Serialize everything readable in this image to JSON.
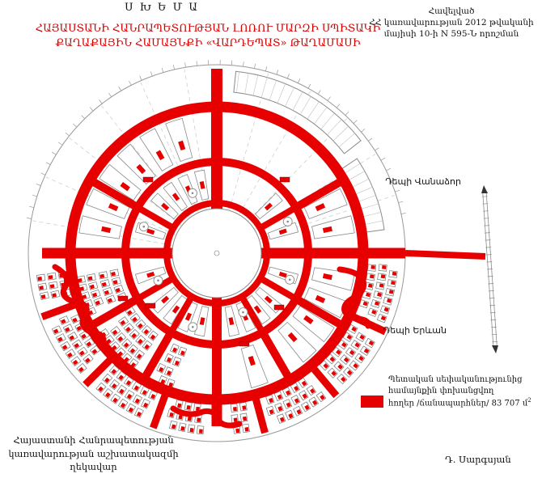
{
  "colors": {
    "road_red": "#e60000",
    "title_red": "#d40000",
    "outline_gray": "#8a8a8a"
  },
  "header": {
    "scheme_title": "Ս Խ Ե Մ Ա",
    "title_line1": "ՀԱՅԱՍՏԱՆԻ ՀԱՆՐԱՊԵՏՈՒԹՅԱՆ ԼՈՌՈՒ ՄԱՐԶԻ ՍՊԻՏԱԿԻ",
    "title_line2": "ՔԱՂԱՔԱՅԻՆ ՀԱՄԱՅՆՔԻ «ՎԱՐԴԵՊԱՏ» ԹԱՂԱՄԱՍԻ",
    "annex": {
      "line1": "Հավելված",
      "line2": "ՀՀ կառավարության 2012 թվականի",
      "line3": "մայիսի 10-ի N 595-Ն որոշման"
    }
  },
  "map": {
    "label_vanadzor": "Դեպի Վանաձոր",
    "label_yerevan": "Դեպի Երևան"
  },
  "legend": {
    "line1": "Պետական սեփականությունից",
    "line2": "համայնքին փոխանցվող",
    "line3": "հողեր /ճանապարհներ/ 83 707 մ",
    "line3_sup": "2"
  },
  "footer": {
    "line1": "Հայաստանի Հանրապետության",
    "line2": "կառավարության աշխատակազմի",
    "line3": "ղեկավար",
    "signature": "Դ. Սարգսյան"
  }
}
